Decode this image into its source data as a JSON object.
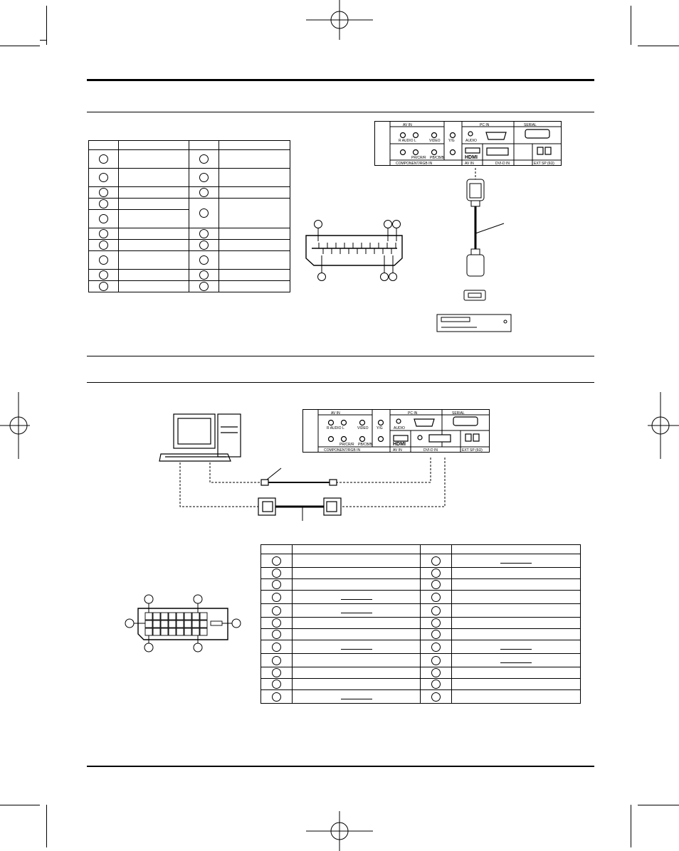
{
  "page": {
    "colors": {
      "ink": "#000000",
      "paper": "#ffffff"
    }
  },
  "panel_labels": {
    "av_in": "AV IN",
    "pc_in": "PC IN",
    "serial": "SERIAL",
    "audio_lr": "R  AUDIO  L",
    "video": "VIDEO",
    "yg": "Y/G",
    "audio": "AUDIO",
    "pbcbb": "PB/CB/B",
    "prcrr": "PR/CR/R",
    "component": "COMPONENT/RGB IN",
    "hdmi_logo": "HDMI",
    "av_in_short": "AV IN",
    "dvi_d_in": "DVI-D IN",
    "ext_sp": "EXT SP (6Ω)"
  },
  "icons": [
    "hdmi-connector-icon",
    "dvi-connector-icon",
    "computer-icon",
    "dvd-player-icon",
    "crop-mark-icon",
    "registration-mark-icon"
  ],
  "hdmi_pin_table": {
    "rows": 11
  },
  "dvi_pin_table": {
    "rows": 12
  }
}
